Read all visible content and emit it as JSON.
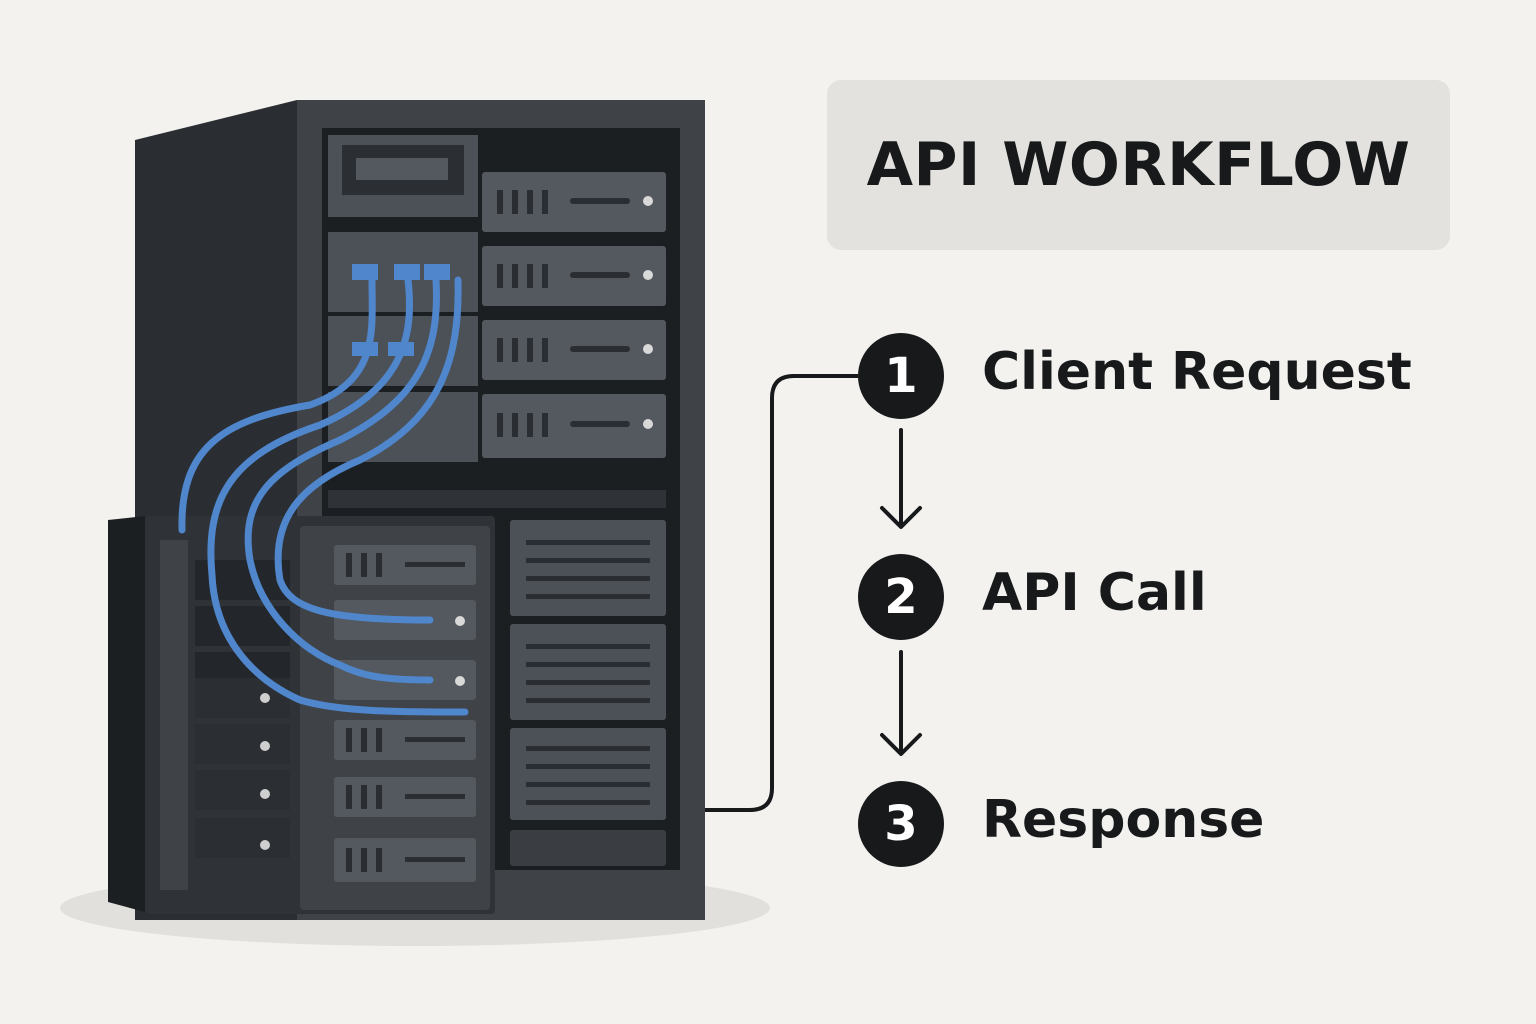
{
  "title": "API WORKFLOW",
  "steps": [
    {
      "number": "1",
      "label": "Client Request"
    },
    {
      "number": "2",
      "label": "API Call"
    },
    {
      "number": "3",
      "label": "Response"
    }
  ],
  "colors": {
    "background": "#f3f2ef",
    "title_box": "#e3e2df",
    "ink": "#17191b",
    "server_dark": "#2a2d31",
    "server_mid": "#3f4348",
    "server_light": "#54595f",
    "cable": "#4f86cc"
  },
  "icons": {
    "illustration": "server-rack-icon",
    "connector": "elbow-connector-line",
    "arrows": "down-arrow-icon"
  }
}
